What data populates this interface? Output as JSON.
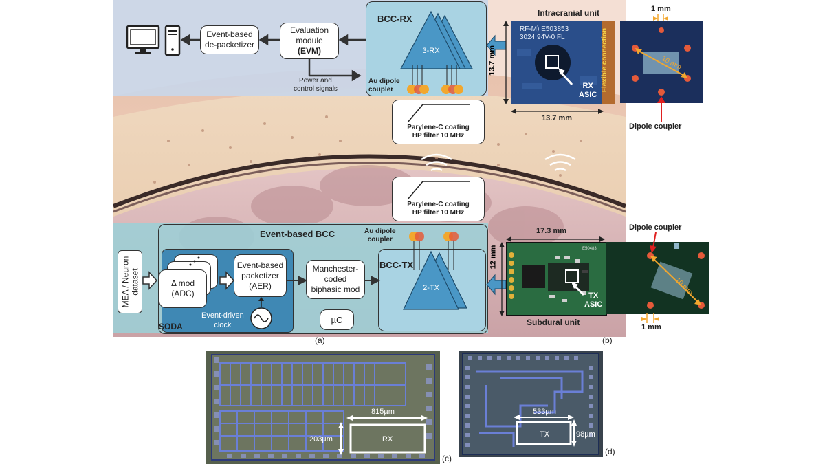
{
  "panel_a": {
    "caption": "(a)",
    "top": {
      "event_depacketizer": "Event-based de-packetizer",
      "evaluation_module": [
        "Evaluation",
        "module",
        "(EVM)"
      ],
      "power_control": [
        "Power and",
        "control signals"
      ],
      "bcc_rx": "BCC-RX",
      "rx_chip": "3-RX",
      "au_dipole_coupler_top": [
        "Au dipole",
        "coupler"
      ]
    },
    "filters": {
      "line1": "Parylene-C coating",
      "line2": "HP filter 10 MHz"
    },
    "bottom": {
      "event_based_bcc": "Event-based BCC",
      "au_dipole_coupler_bottom": [
        "Au dipole",
        "coupler"
      ],
      "mea_dataset": [
        "MEA / Neuron",
        "dataset"
      ],
      "delta_mod": [
        "Δ mod",
        "(ADC)"
      ],
      "packetizer": [
        "Event-based",
        "packetizer",
        "(AER)"
      ],
      "manchester": [
        "Manchester-",
        "coded",
        "biphasic mod"
      ],
      "bcc_tx": "BCC-TX",
      "tx_chip": "2-TX",
      "soda": "SODA",
      "event_clock": [
        "Event-driven",
        "clock"
      ],
      "uc": "µC"
    }
  },
  "panel_b": {
    "caption": "(b)",
    "intracranial_unit": "Intracranial unit",
    "dim_13_7_v": "13.7 mm",
    "dim_13_7_h": "13.7 mm",
    "rx_asic": [
      "RX",
      "ASIC"
    ],
    "flexible_connection": "Flexible connection",
    "pcb_text_1": "RF-M) E503853",
    "pcb_text_2": "3024 94V-0 FL",
    "dim_1mm_top": "1 mm",
    "dim_10mm_top": "10 mm",
    "dipole_coupler_top": "Dipole coupler",
    "dipole_coupler_bottom": "Dipole coupler",
    "dim_17_3": "17.3 mm",
    "dim_12": "12 mm",
    "tx_asic": [
      "TX",
      "ASIC"
    ],
    "subdural_unit": "Subdural unit",
    "dim_1mm_bottom": "1 mm",
    "dim_10mm_bottom": "10 mm"
  },
  "panel_c": {
    "caption": "(c)",
    "width": "815µm",
    "height": "203µm",
    "label": "RX"
  },
  "panel_d": {
    "caption": "(d)",
    "width": "533µm",
    "height": "98µm",
    "label": "TX"
  },
  "colors": {
    "top_band": "#c9d6e8",
    "bottom_band": "#9ccfd6",
    "bcc_block": "#a9d3e3",
    "soda_block": "#3f88b4",
    "chip_triangle": "#4a97c6",
    "pcb_blue": "#1f3f7a",
    "pcb_green": "#1d5c36",
    "coupler_orange": "#f2a72e",
    "coupler_red": "#e55a3a"
  }
}
